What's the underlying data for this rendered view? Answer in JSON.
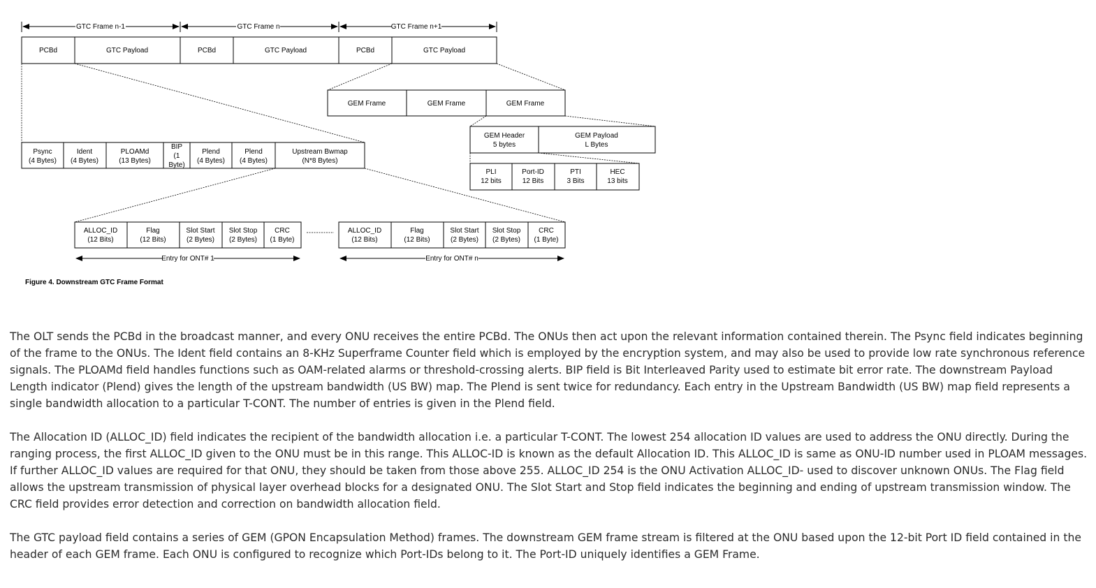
{
  "figure": {
    "frame_labels": [
      "GTC Frame n-1",
      "GTC Frame n",
      "GTC Frame n+1"
    ],
    "frame_boxes": [
      "PCBd",
      "GTC Payload",
      "PCBd",
      "GTC Payload",
      "PCBd",
      "GTC Payload"
    ],
    "gem_frames": [
      "GEM Frame",
      "GEM Frame",
      "GEM Frame"
    ],
    "gem_header": [
      {
        "line1": "GEM Header",
        "line2": "5 bytes"
      },
      {
        "line1": "GEM Payload",
        "line2": "L Bytes"
      }
    ],
    "gem_header_fields": [
      {
        "line1": "PLI",
        "line2": "12 bits"
      },
      {
        "line1": "Port-ID",
        "line2": "12 Bits"
      },
      {
        "line1": "PTI",
        "line2": "3 Bits"
      },
      {
        "line1": "HEC",
        "line2": "13 bits"
      }
    ],
    "pcbd_fields": [
      {
        "lines": [
          "Psync",
          "(4 Bytes)"
        ]
      },
      {
        "lines": [
          "Ident",
          "(4 Bytes)"
        ]
      },
      {
        "lines": [
          "PLOAMd",
          "(13 Bytes)"
        ]
      },
      {
        "lines": [
          "BIP",
          "(1",
          "Byte)"
        ]
      },
      {
        "lines": [
          "Plend",
          "(4 Bytes)"
        ]
      },
      {
        "lines": [
          "Plend",
          "(4 Bytes)"
        ]
      },
      {
        "lines": [
          "Upstream Bwmap",
          "(N*8 Bytes)"
        ]
      }
    ],
    "bwmap_entry_fields": [
      {
        "line1": "ALLOC_ID",
        "line2": "(12 Bits)"
      },
      {
        "line1": "Flag",
        "line2": "(12 Bits)"
      },
      {
        "line1": "Slot Start",
        "line2": "(2 Bytes)"
      },
      {
        "line1": "Slot Stop",
        "line2": "(2 Bytes)"
      },
      {
        "line1": "CRC",
        "line2": "(1 Byte)"
      }
    ],
    "entry_labels": [
      "Entry for ONT# 1",
      "Entry for ONT# n"
    ],
    "caption": "Figure 4. Downstream GTC Frame Format"
  },
  "article": {
    "paragraphs": [
      "The OLT sends the PCBd in the broadcast manner, and every ONU receives the entire PCBd. The ONUs then act upon the relevant information contained therein. The Psync field indicates beginning of the frame to the ONUs. The Ident field contains an 8-KHz Superframe Counter field which is employed by the encryption system, and may also be used to provide low rate synchronous reference signals. The PLOAMd field handles functions such as OAM-related alarms or threshold-crossing alerts. BIP field is Bit Interleaved Parity used to estimate bit error rate. The downstream Payload Length indicator (Plend) gives the length of the upstream bandwidth (US BW) map. The Plend is sent twice for redundancy. Each entry in the Upstream Bandwidth (US BW) map field represents a single bandwidth allocation to a particular T-CONT. The number of entries is given in the Plend field.",
      "The Allocation ID (ALLOC_ID) field indicates the recipient of the bandwidth allocation i.e. a particular T-CONT. The lowest 254 allocation ID values are used to address the ONU directly. During the ranging process, the first ALLOC_ID given to the ONU must be in this range. This ALLOC-ID is known as the default Allocation ID. This ALLOC_ID is same as ONU-ID number used in PLOAM messages. If further ALLOC_ID values are required for that ONU, they should be taken from those above 255. ALLOC_ID 254 is the ONU Activation ALLOC_ID- used to discover unknown ONUs. The Flag field allows the upstream transmission of physical layer overhead blocks for a designated ONU. The Slot Start and Stop field indicates the beginning and ending of upstream transmission window. The CRC field provides error detection and correction on bandwidth allocation field.",
      "The GTC payload field contains a series of GEM (GPON Encapsulation Method) frames. The downstream GEM frame stream is filtered at the ONU based upon the 12-bit Port ID field contained in the header of each GEM frame. Each ONU is configured to recognize which Port-IDs belong to it. The Port-ID uniquely identifies a GEM Frame."
    ]
  }
}
